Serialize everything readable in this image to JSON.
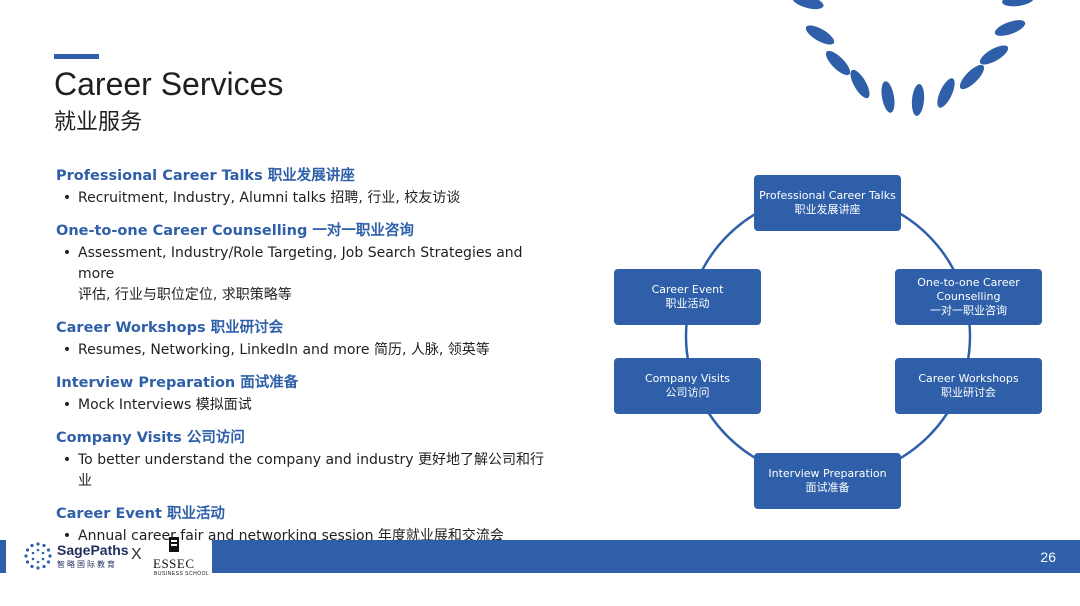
{
  "header": {
    "title_en": "Career Services",
    "title_zh": "就业服务"
  },
  "services": [
    {
      "title": "Professional Career Talks 职业发展讲座",
      "desc": [
        "Recruitment, Industry, Alumni talks 招聘, 行业, 校友访谈"
      ]
    },
    {
      "title": "One-to-one Career Counselling 一对一职业咨询",
      "desc": [
        "Assessment, Industry/Role Targeting, Job Search Strategies and more",
        "评估, 行业与职位定位, 求职策略等"
      ]
    },
    {
      "title": "Career Workshops 职业研讨会",
      "desc": [
        "Resumes, Networking, LinkedIn and more 简历, 人脉, 领英等"
      ]
    },
    {
      "title": "Interview Preparation 面试准备",
      "desc": [
        "Mock Interviews 模拟面试"
      ]
    },
    {
      "title": "Company Visits 公司访问",
      "desc": [
        "To better understand the company and industry 更好地了解公司和行业"
      ]
    },
    {
      "title": "Career Event 职业活动",
      "desc": [
        "Annual career fair and networking session 年度就业展和交流会"
      ]
    }
  ],
  "cycle": {
    "talks": {
      "en": "Professional Career Talks",
      "zh": "职业发展讲座"
    },
    "counselling": {
      "en1": "One-to-one Career",
      "en2": "Counselling",
      "zh": "一对一职业咨询"
    },
    "workshops": {
      "en": "Career Workshops",
      "zh": "职业研讨会"
    },
    "interview": {
      "en": "Interview Preparation",
      "zh": "面试准备"
    },
    "visits": {
      "en": "Company Visits",
      "zh": "公司访问"
    },
    "event": {
      "en": "Career Event",
      "zh": "职业活动"
    }
  },
  "footer": {
    "brand": "SagePaths",
    "brand_sub": "智略国际教育",
    "x": "X",
    "partner": "ESSEC",
    "partner_sub": "BUSINESS SCHOOL",
    "page": "26"
  },
  "colors": {
    "accent": "#2e5fa8",
    "text": "#1f1f1f",
    "brand": "#1f2f5e"
  }
}
